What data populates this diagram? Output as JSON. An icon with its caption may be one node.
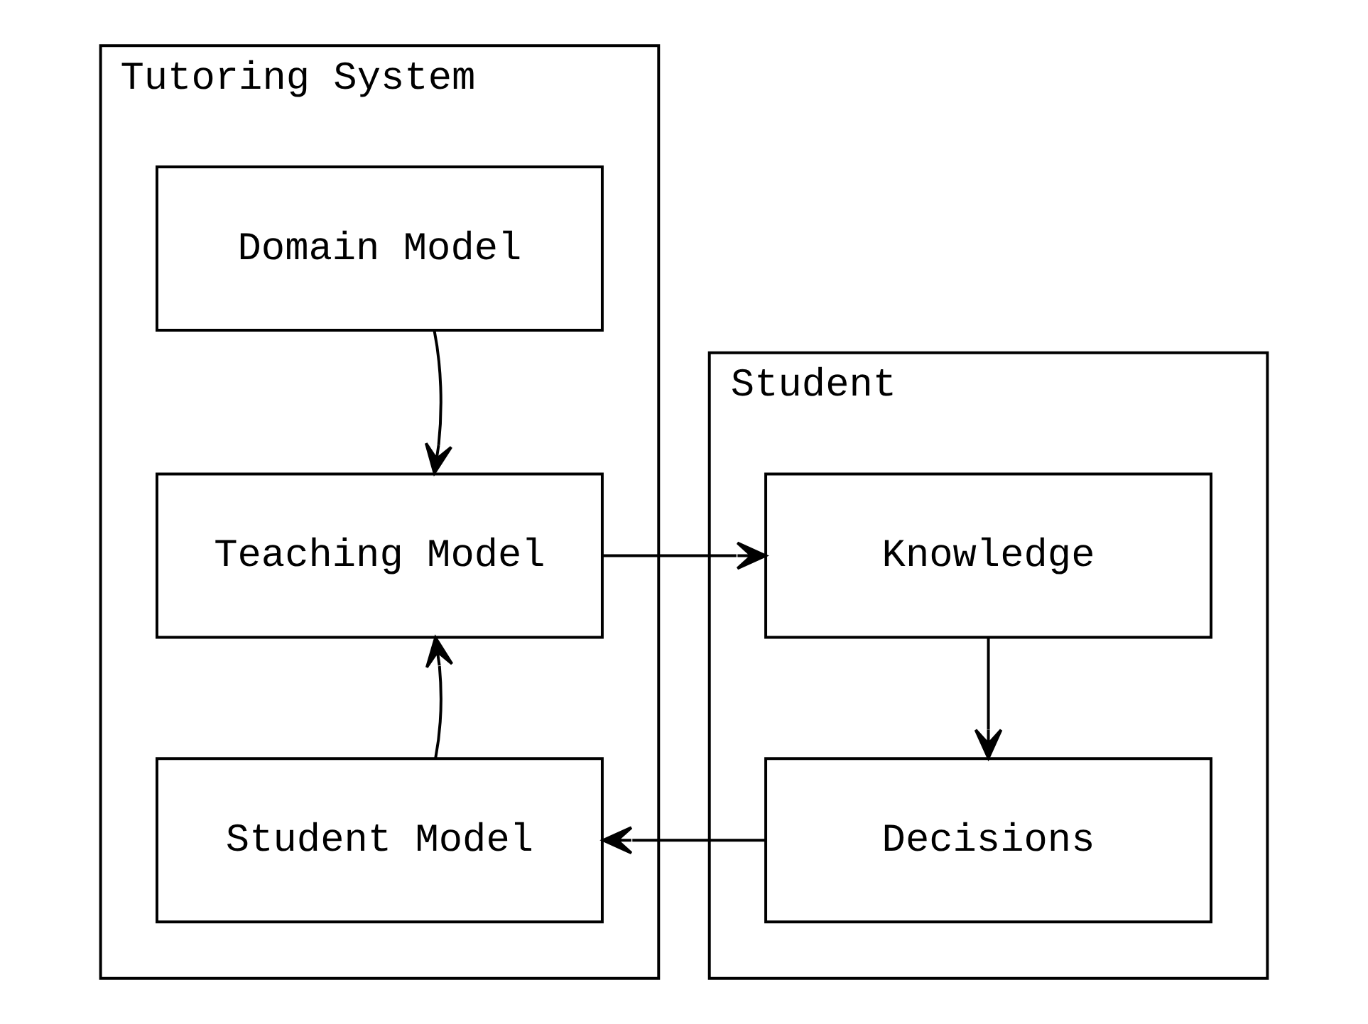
{
  "diagram": {
    "nodes": [
      {
        "text": [
          "Tutoring System"
        ]
      },
      {
        "text": [
          "Domain Model"
        ],
        "in": 0
      },
      {
        "text": [
          "Teaching Model"
        ],
        "in": 0
      },
      {
        "text": [
          "Student Model"
        ],
        "in": 0
      },
      {
        "text": [
          "Student"
        ]
      },
      {
        "text": [
          "Knowledge"
        ],
        "in": 4
      },
      {
        "text": [
          "Decisions"
        ],
        "in": 4
      }
    ],
    "edges": [
      {
        "from": 1,
        "to": 2,
        "arrow": "to"
      },
      {
        "from": 2,
        "to": 5,
        "arrow": "to"
      },
      {
        "from": 5,
        "to": 6,
        "arrow": "to"
      },
      {
        "from": 6,
        "to": 3,
        "arrow": "to"
      },
      {
        "from": 3,
        "to": 2,
        "arrow": "to"
      }
    ]
  }
}
